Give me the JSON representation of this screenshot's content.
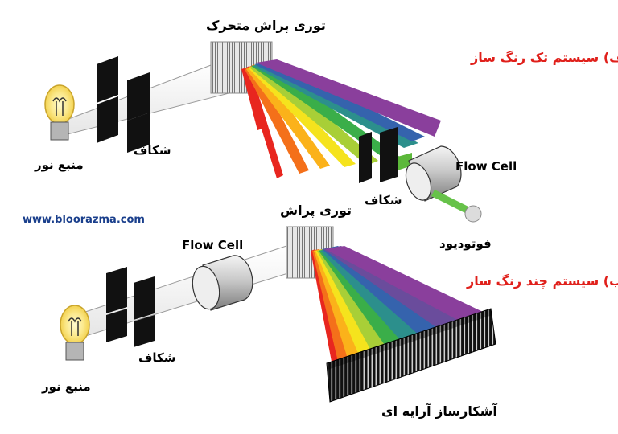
{
  "labels": {
    "top_grating": "توری پراش متحرک",
    "title_a": "الف) سیستم تک رنگ ساز",
    "light_source_a": "منبع نور",
    "slit_a": "شکاف",
    "flow_cell_a": "Flow Cell",
    "slit_a2": "شکاف",
    "grating_b": "توری پراش",
    "photodiode": "فوتودیود",
    "website": "www.bloorazma.com",
    "flow_cell_b": "Flow Cell",
    "title_b": "ب) سیستم چند رنگ ساز",
    "slit_b": "شکاف",
    "light_source_b": "منبع نور",
    "array_detector": "آشکارساز آرایه ای"
  },
  "colors": {
    "title_red": "#e0201b",
    "website_blue": "#1a3f8c",
    "spectrum": [
      "#e8261f",
      "#f4701a",
      "#fbb21a",
      "#f5e31d",
      "#a8cf37",
      "#3aae49",
      "#2c8f8c",
      "#3563ad",
      "#6a4c9c",
      "#8a3f9c"
    ]
  }
}
